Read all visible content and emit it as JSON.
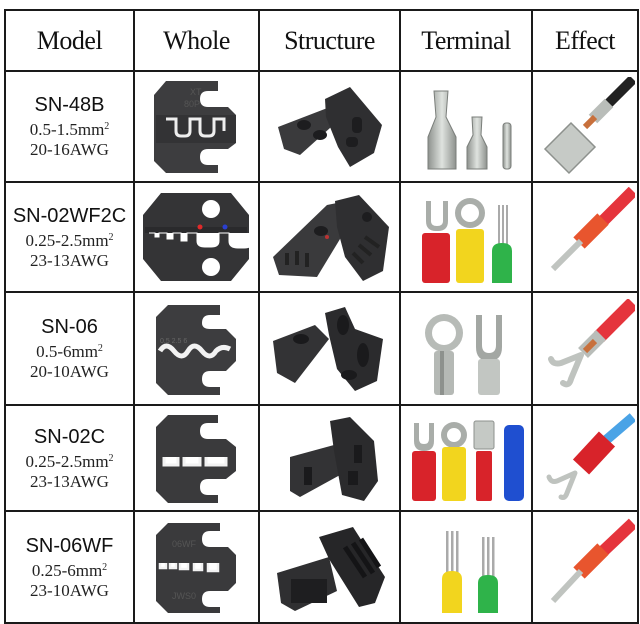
{
  "table": {
    "headers": [
      "Model",
      "Whole",
      "Structure",
      "Terminal",
      "Effect"
    ],
    "rows": [
      {
        "model": "SN-48B",
        "size_mm": "0.5-1.5mm",
        "size_sup": "2",
        "awg": "20-16AWG",
        "whole_icon": "crimp-die-48b-icon",
        "structure_icon": "die-structure-48b-icon",
        "terminal_icon": "non-insulated-female-spade-terminals-icon",
        "effect_icon": "crimped-female-spade-icon"
      },
      {
        "model": "SN-02WF2C",
        "size_mm": "0.25-2.5mm",
        "size_sup": "2",
        "awg": "23-13AWG",
        "whole_icon": "crimp-die-02wf2c-icon",
        "structure_icon": "die-structure-02wf2c-icon",
        "terminal_icon": "insulated-fork-ring-ferrule-terminals-icon",
        "effect_icon": "crimped-ferrule-icon"
      },
      {
        "model": "SN-06",
        "size_mm": "0.5-6mm",
        "size_sup": "2",
        "awg": "20-10AWG",
        "whole_icon": "crimp-die-06-icon",
        "structure_icon": "die-structure-06-icon",
        "terminal_icon": "non-insulated-ring-fork-terminals-icon",
        "effect_icon": "crimped-fork-icon"
      },
      {
        "model": "SN-02C",
        "size_mm": "0.25-2.5mm",
        "size_sup": "2",
        "awg": "23-13AWG",
        "whole_icon": "crimp-die-02c-icon",
        "structure_icon": "die-structure-02c-icon",
        "terminal_icon": "insulated-fork-ring-spade-butt-terminals-icon",
        "effect_icon": "crimped-insulated-fork-icon"
      },
      {
        "model": "SN-06WF",
        "size_mm": "0.25-6mm",
        "size_sup": "2",
        "awg": "23-10AWG",
        "whole_icon": "crimp-die-06wf-icon",
        "structure_icon": "die-structure-06wf-icon",
        "terminal_icon": "insulated-ferrules-icon",
        "effect_icon": "crimped-ferrule-icon"
      }
    ]
  },
  "colors": {
    "border": "#1a1a1a",
    "die": "#3d3d3f",
    "die_dark": "#2b2b2d",
    "metal": "#b9bdb9",
    "metal_dark": "#8d918d",
    "insul_red": "#d8232a",
    "insul_yellow": "#f2d51e",
    "insul_green": "#2fb34a",
    "insul_blue": "#1f4fd0",
    "wire_red": "#e5343c",
    "wire_blue": "#4aa3e6",
    "copper": "#c8703c"
  }
}
